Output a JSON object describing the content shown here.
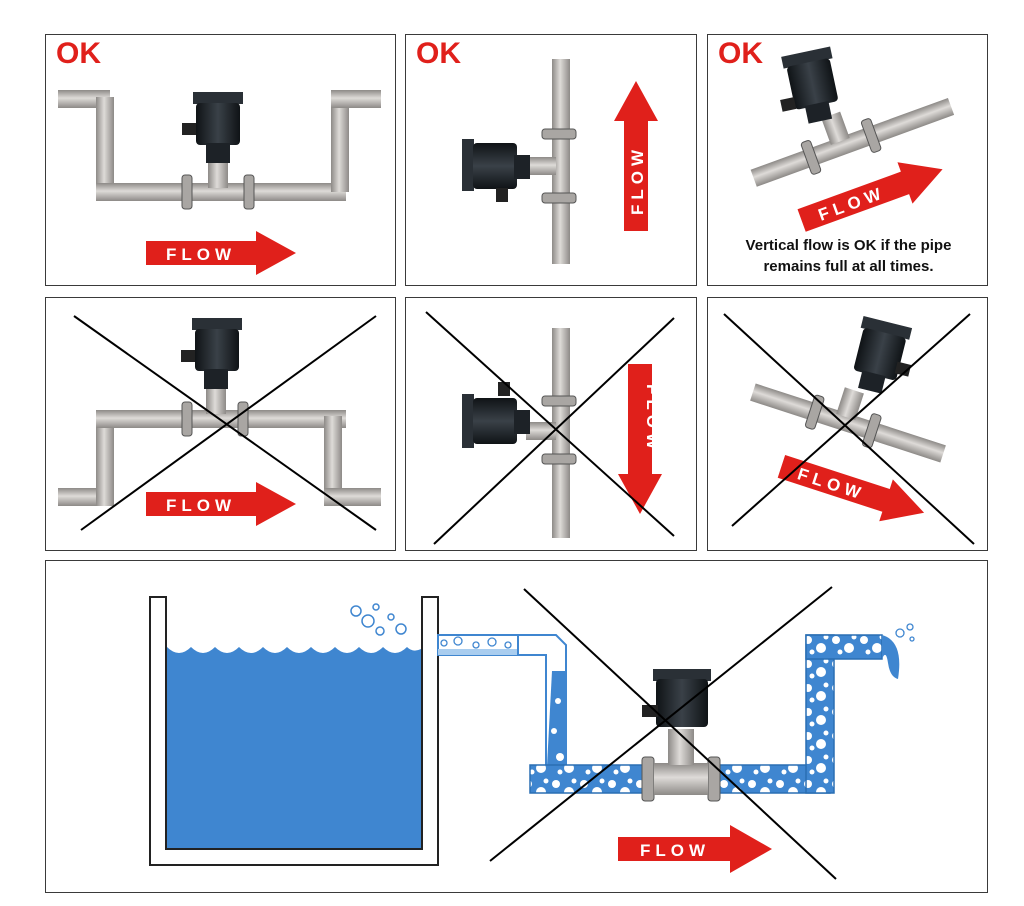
{
  "ok_label": "OK",
  "flow_label": "FLOW",
  "note": {
    "line1": "Vertical flow is OK if the pipe",
    "line2": "remains full at all times."
  },
  "colors": {
    "ok_red": "#e0201b",
    "arrow_red": "#e0201b",
    "pipe_gray": "#b9b6b3",
    "meter_black": "#1d2227",
    "water_blue": "#3f86d0",
    "cross_black": "#000000"
  },
  "panels": [
    {
      "id": "horizontal-u",
      "verdict": "OK"
    },
    {
      "id": "vertical-up",
      "verdict": "OK"
    },
    {
      "id": "inclined-up",
      "verdict": "OK"
    },
    {
      "id": "horizontal-inverted-u",
      "verdict": "not-ok"
    },
    {
      "id": "vertical-down",
      "verdict": "not-ok"
    },
    {
      "id": "inclined-down",
      "verdict": "not-ok"
    },
    {
      "id": "tank-partially-filled-pipe",
      "verdict": "not-ok"
    }
  ]
}
